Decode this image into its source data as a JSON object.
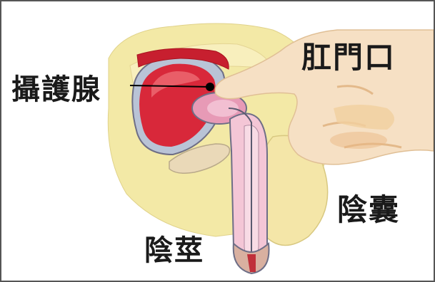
{
  "labels": {
    "anus": "肛門口",
    "prostate": "攝護腺",
    "scrotum": "陰囊",
    "penis": "陰莖"
  },
  "colors": {
    "skin": "#f6e0c4",
    "skin_shadow": "#e7c49a",
    "pelvic_tissue": "#f3e9a6",
    "bladder": "#d8283a",
    "bladder_dark": "#a8141f",
    "prostate": "#e79ab6",
    "urethra": "#f4c6d6",
    "outline": "#6e6e86",
    "frame": "#555555",
    "pointer_dot": "#000000"
  },
  "icons": {
    "finger": "pointing-finger-illustration",
    "marker": "pointer-dot"
  }
}
